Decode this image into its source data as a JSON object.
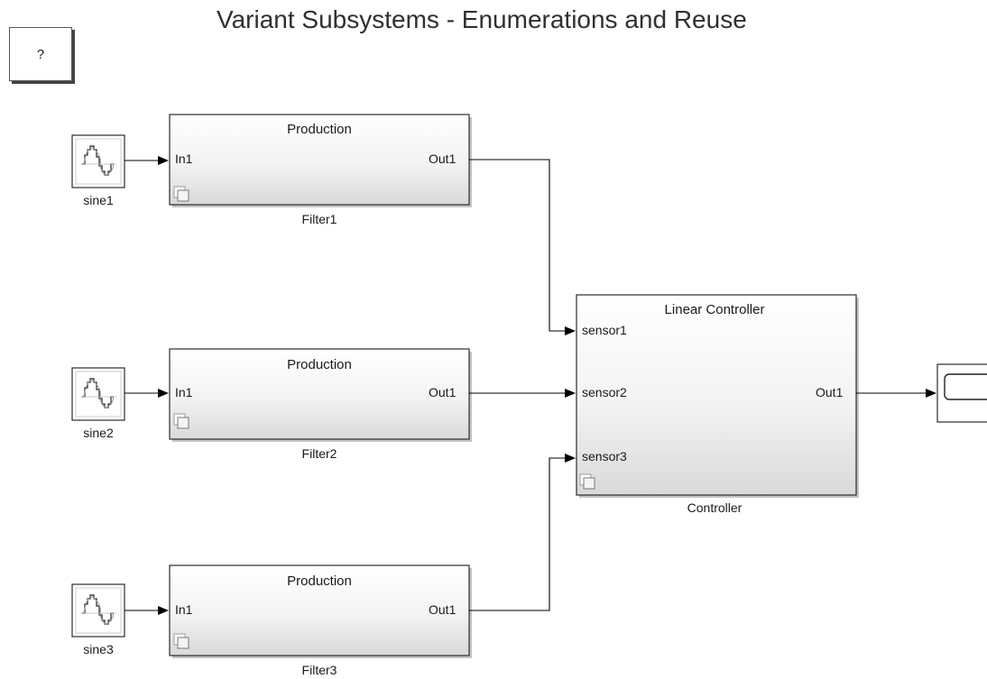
{
  "title": "Variant Subsystems - Enumerations and Reuse",
  "help_button": {
    "label": "?"
  },
  "sources": [
    {
      "name": "sine1"
    },
    {
      "name": "sine2"
    },
    {
      "name": "sine3"
    }
  ],
  "filters": [
    {
      "name": "Filter1",
      "variant": "Production",
      "in_port": "In1",
      "out_port": "Out1"
    },
    {
      "name": "Filter2",
      "variant": "Production",
      "in_port": "In1",
      "out_port": "Out1"
    },
    {
      "name": "Filter3",
      "variant": "Production",
      "in_port": "In1",
      "out_port": "Out1"
    }
  ],
  "controller": {
    "name": "Controller",
    "variant": "Linear Controller",
    "in_ports": [
      "sensor1",
      "sensor2",
      "sensor3"
    ],
    "out_port": "Out1"
  },
  "colors": {
    "block_border": "#2b2b2b",
    "signal_line": "#000000",
    "gradient_top": "#ffffff",
    "gradient_bottom": "#dcdcdc"
  }
}
